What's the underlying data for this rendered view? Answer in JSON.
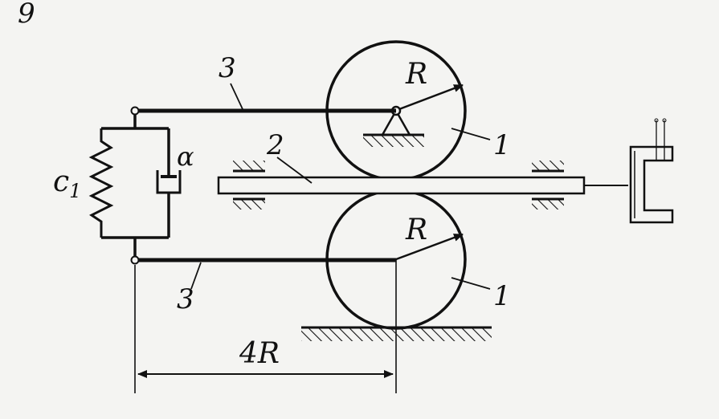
{
  "figure": {
    "number": "9"
  },
  "labels": {
    "rod_upper": "3",
    "rod_lower": "3",
    "plate": "2",
    "disk_upper": "1",
    "disk_lower": "1",
    "radius_upper": "R",
    "radius_lower": "R",
    "spring": "c",
    "spring_subscript": "1",
    "damper": "α",
    "distance": "4R"
  },
  "colors": {
    "ink": "#111111",
    "paper": "#f4f4f2"
  }
}
